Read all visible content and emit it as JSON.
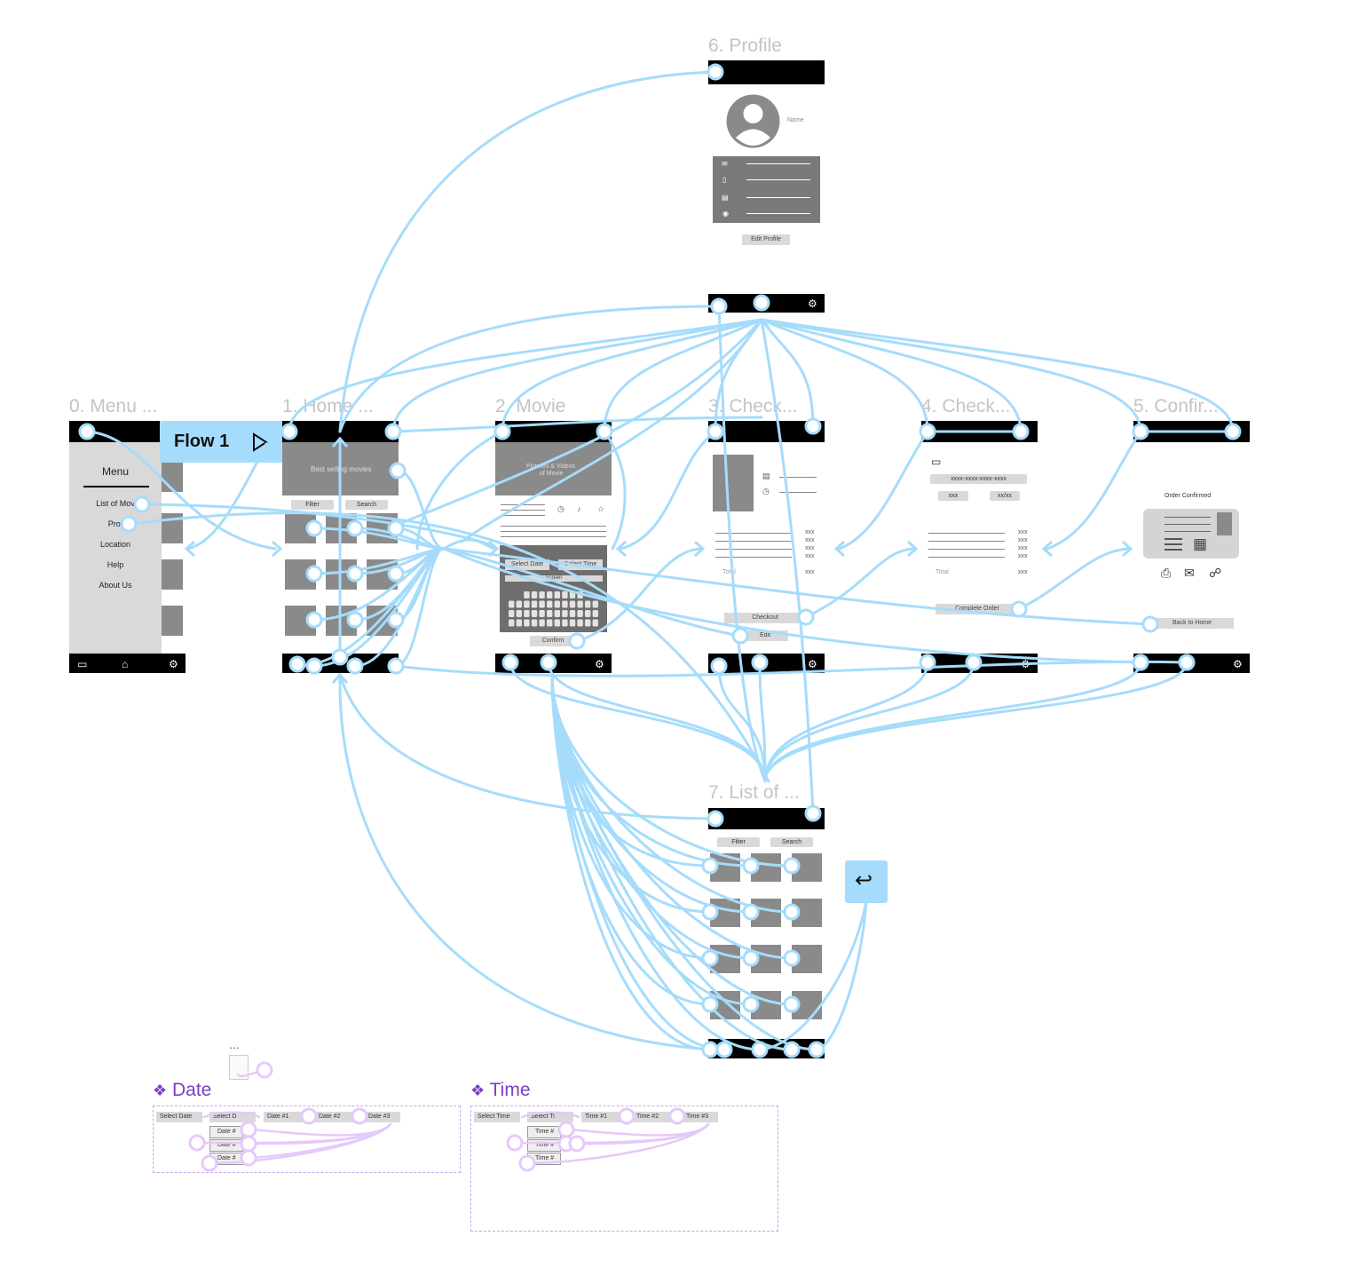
{
  "frames": {
    "menu": "0. Menu ...",
    "home": "1. Home ...",
    "movie": "2. Movie",
    "check3": "3. Check...",
    "check4": "4. Check...",
    "confirm": "5. Confir...",
    "profile": "6. Profile",
    "list": "7. List of ..."
  },
  "flow": {
    "label": "Flow 1"
  },
  "menu": {
    "title": "Menu",
    "items": [
      "List of Mov",
      "Prof",
      "Location",
      "Help",
      "About Us"
    ]
  },
  "home": {
    "banner": "Best selling movies",
    "filter": "Filter",
    "search": "Search"
  },
  "movie": {
    "banner_1": "Pictures & Videos",
    "banner_2": "of Movie",
    "select_date": "Select Date",
    "select_time": "Select Time",
    "screen": "Screen",
    "confirm": "Confirm"
  },
  "check3": {
    "xxx": "xxx",
    "total": "Total",
    "checkout": "Checkout",
    "edit": "Edit"
  },
  "check4": {
    "card": "xxxx-xxxx-xxxx-xxxx",
    "cvv": "xxx",
    "exp": "xx/xx",
    "total": "Total",
    "xxx": "xxx",
    "complete": "Complete Order"
  },
  "confirm": {
    "title": "Order Confirmed",
    "back": "Back to Home"
  },
  "profile": {
    "name": "Name",
    "edit": "Edit Profile"
  },
  "list": {
    "filter": "Filter",
    "search": "Search"
  },
  "components": {
    "date": {
      "title": "Date",
      "select": "Select Date",
      "select_trunc": "Select D",
      "options": [
        "Date #1",
        "Date #2",
        "Date #3"
      ],
      "list": [
        "Date #",
        "Date #",
        "Date #"
      ]
    },
    "time": {
      "title": "Time",
      "select": "Select Time",
      "select_trunc": "Select Ti",
      "options": [
        "Time #1",
        "Time #2",
        "Time #3"
      ],
      "list": [
        "Time #",
        "Time #",
        "Time #"
      ]
    },
    "dots": "..."
  },
  "colors": {
    "wire": "#a6dcfb",
    "component": "#7b3fc4",
    "component_wire": "#e6c9fb",
    "bar": "#000000"
  }
}
